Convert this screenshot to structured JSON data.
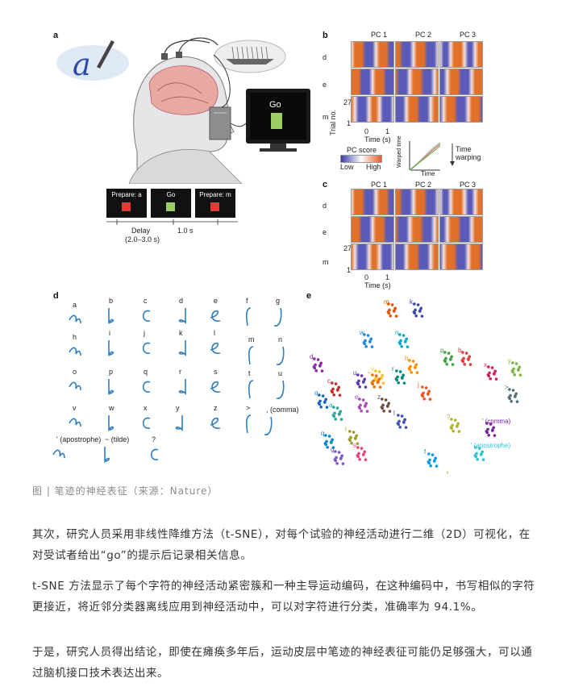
{
  "figure": {
    "panel_a": {
      "letter": "a",
      "screen_text": "Go",
      "cue_screens": [
        "Prepare: a",
        "Go",
        "Prepare: m"
      ],
      "delay_label": "Delay",
      "delay_range": "(2.0–3.0 s)",
      "go_duration": "1.0 s",
      "handwritten_letter": "a"
    },
    "panel_b": {
      "letter": "b",
      "pc_headers": [
        "PC 1",
        "PC 2",
        "PC 3"
      ],
      "row_labels": [
        "d",
        "e",
        "m"
      ],
      "trial_label": "Trial no.",
      "trial_ticks": [
        "27",
        "1"
      ],
      "time_ticks": [
        "0",
        "1"
      ],
      "time_label": "Time (s)",
      "colorbar_title": "PC score",
      "colorbar_low": "Low",
      "colorbar_high": "High",
      "warp_y": "Warped time",
      "warp_x": "Time",
      "warp_label": "Time warping",
      "colorbar_colors": [
        "#3b3ba8",
        "#ffffff",
        "#e0602a"
      ]
    },
    "panel_c": {
      "letter": "c",
      "pc_headers": [
        "PC 1",
        "PC 2",
        "PC 3"
      ],
      "row_labels": [
        "d",
        "e",
        "m"
      ],
      "trial_label": "Trial no.",
      "trial_ticks": [
        "27",
        "1"
      ],
      "time_ticks": [
        "0",
        "1"
      ],
      "time_label": "Time (s)"
    },
    "panel_d": {
      "letter": "d",
      "characters": [
        "a",
        "b",
        "c",
        "d",
        "e",
        "f",
        "g",
        "h",
        "i",
        "j",
        "k",
        "l",
        "m",
        "n",
        "o",
        "p",
        "q",
        "r",
        "s",
        "t",
        "u",
        "v",
        "w",
        "x",
        "y",
        "z",
        ">",
        ", (comma)",
        "' (apostrophe)",
        "~ (tilde)",
        "?"
      ]
    },
    "panel_e": {
      "letter": "e",
      "labels": [
        "m",
        "k",
        "w",
        "n",
        "p",
        "b",
        "d",
        "h",
        "x",
        "y",
        "c",
        "u",
        "v",
        "r",
        "o",
        "z",
        "a",
        "e",
        "j",
        "l",
        "q",
        "i",
        "?",
        "s",
        "g",
        "f",
        "t",
        ">",
        "' (comma)",
        "' (apostrophe)",
        "~"
      ]
    }
  },
  "caption": "图 | 笔迹的神经表征（来源：Nature）",
  "paragraphs": [
    "其次，研究人员采用非线性降维方法（t-SNE），对每个试验的神经活动进行二维（2D）可视化，在对受试者给出“go”的提示后记录相关信息。",
    "t-SNE 方法显示了每个字符的神经活动紧密簇和一种主导运动编码，在这种编码中，书写相似的字符更接近，将近邻分类器离线应用到神经活动中，可以对字符进行分类，准确率为 94.1%。",
    "于是，研究人员得出结论，即使在瘫痪多年后，运动皮层中笔迹的神经表征可能仍足够强大，可以通过脑机接口技术表达出来。"
  ]
}
